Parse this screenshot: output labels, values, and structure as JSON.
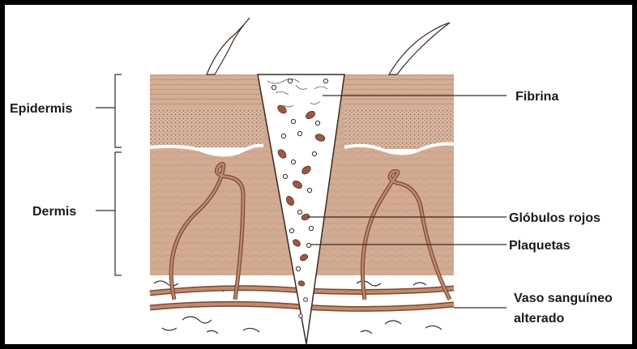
{
  "labels": {
    "epidermis": "Epidermis",
    "dermis": "Dermis",
    "fibrina": "Fibrina",
    "globulos_rojos": "Glóbulos rojos",
    "plaquetas": "Plaquetas",
    "vaso_line1": "Vaso sanguíneo",
    "vaso_line2": "alterado"
  },
  "colors": {
    "border": "#000000",
    "skin_light": "#d9b39c",
    "skin_dark": "#b98b72",
    "vessel": "#b07a5e",
    "rbc": "#9a5a42",
    "ink": "#3a2a22"
  },
  "icons": {
    "hair": "hair-strand-icon",
    "red_blood_cell": "red-blood-cell-icon",
    "platelet": "platelet-icon"
  }
}
